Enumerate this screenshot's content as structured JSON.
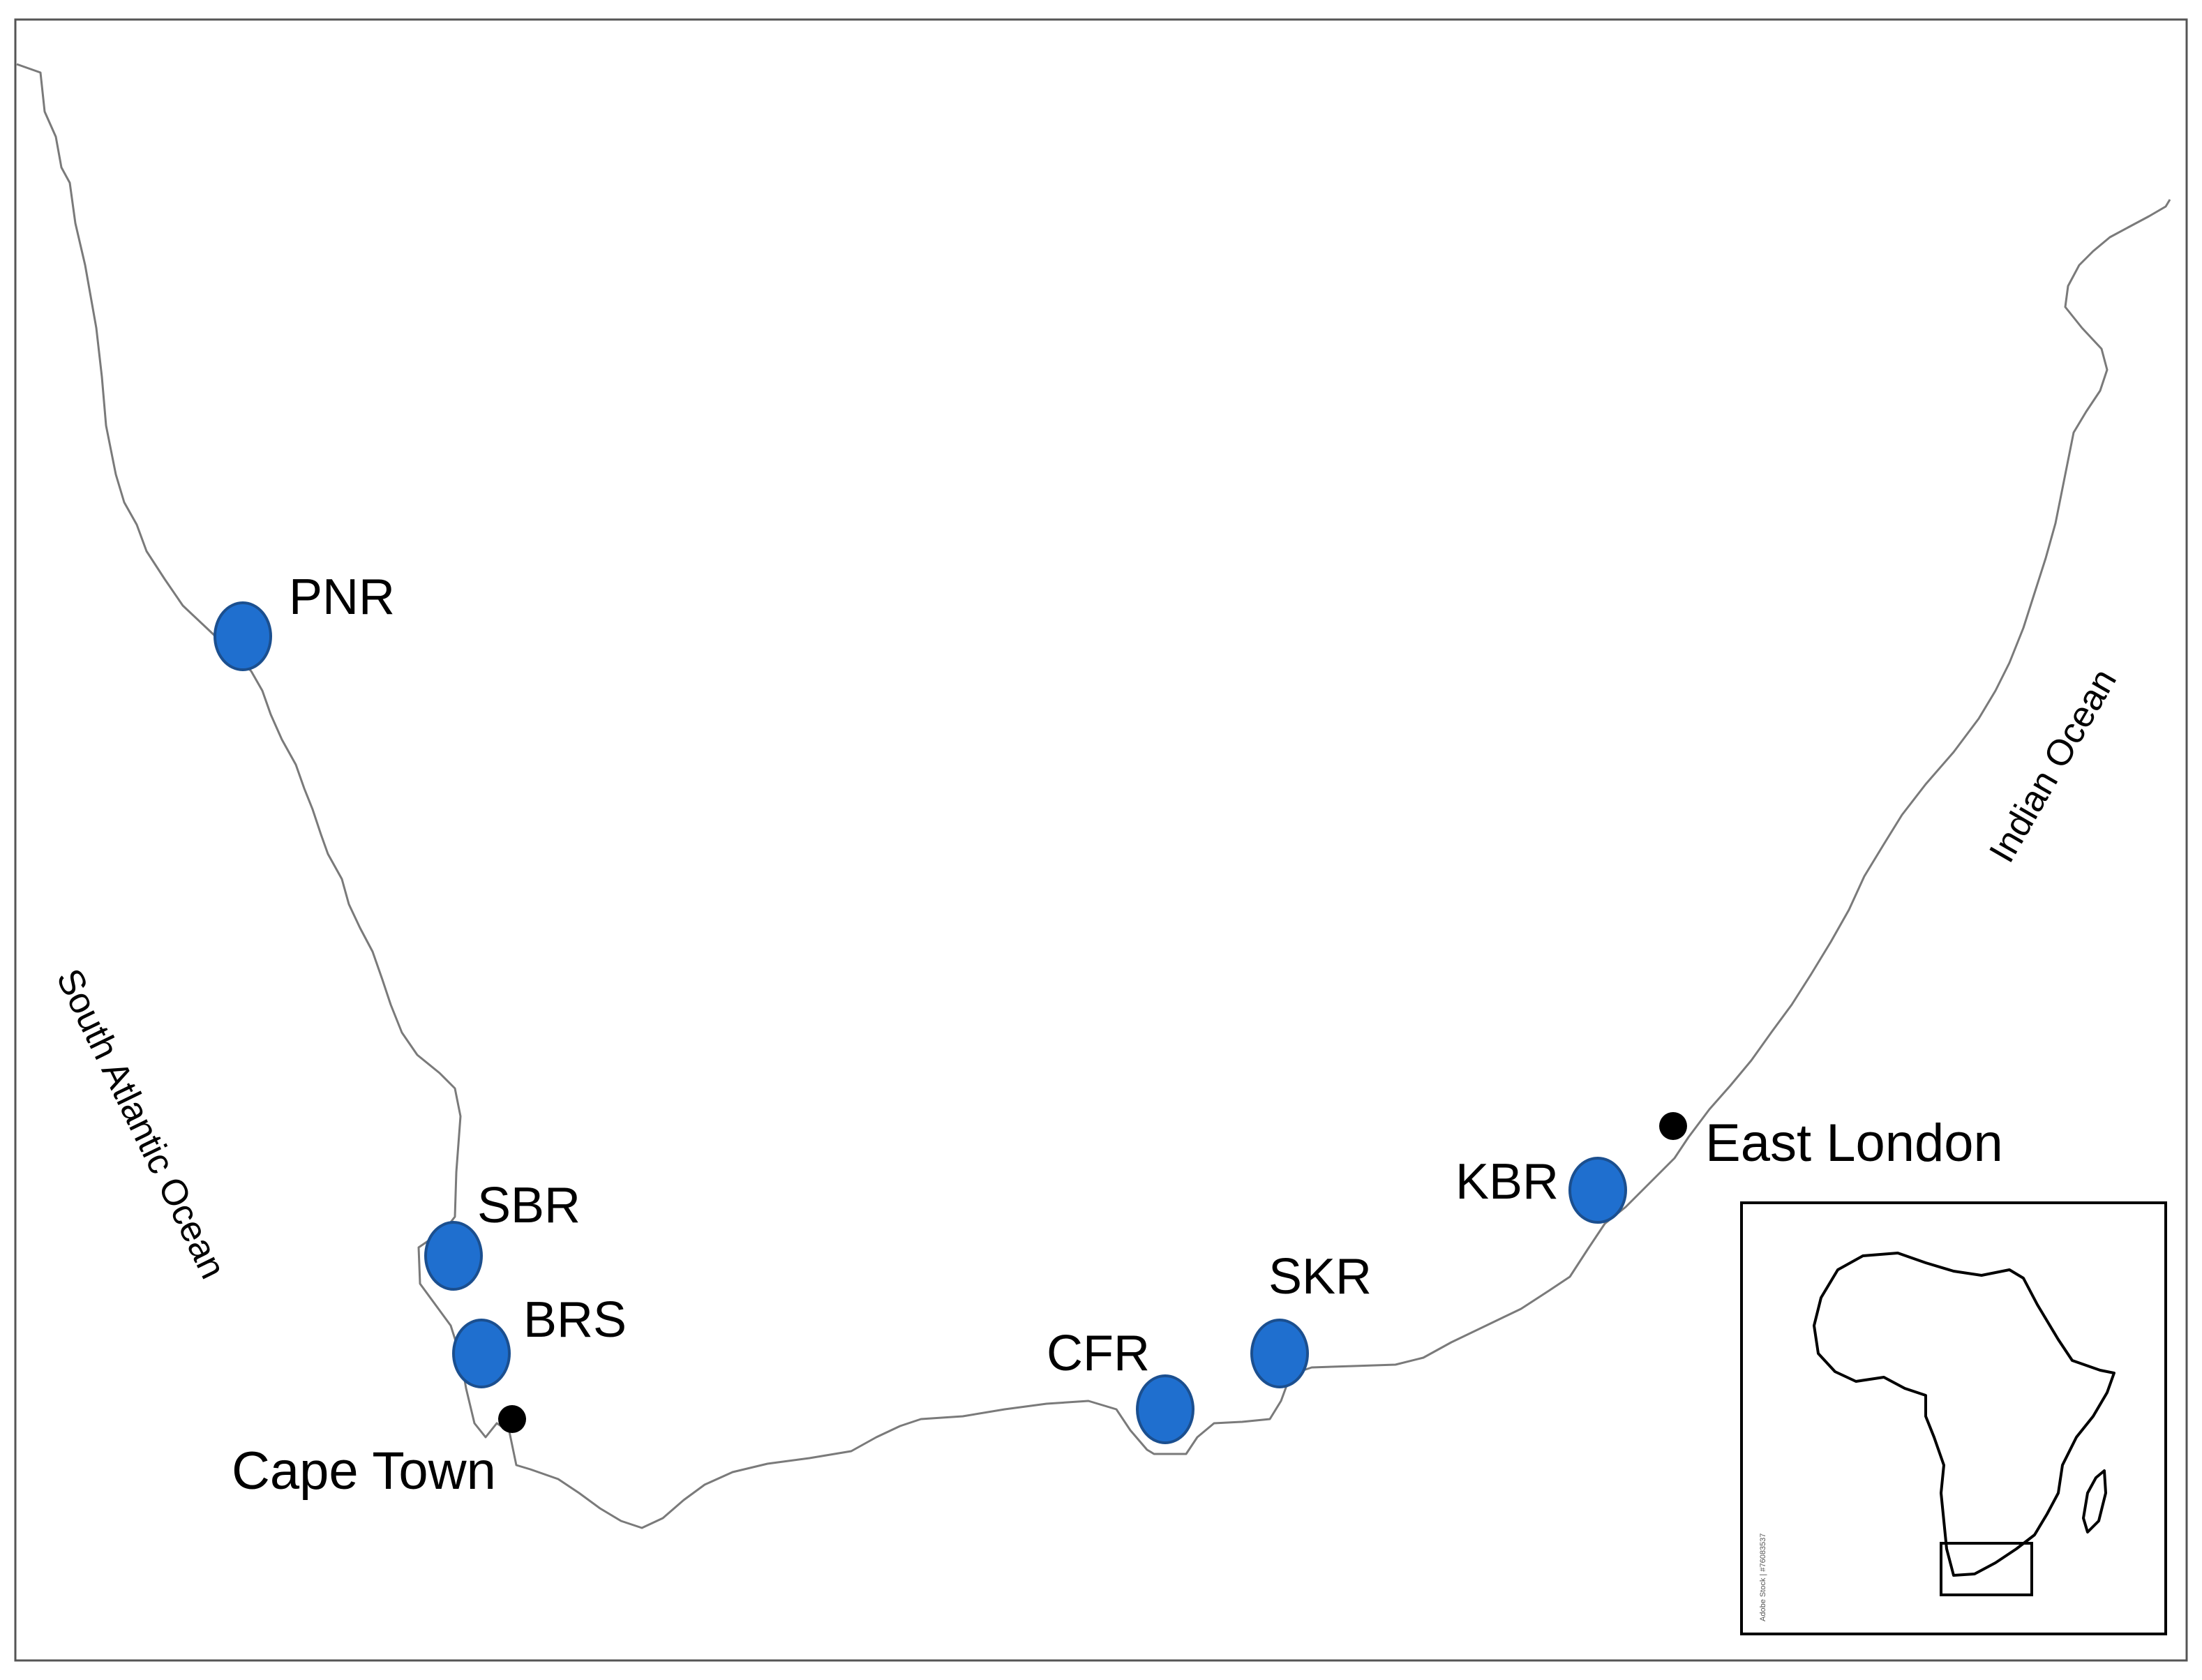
{
  "sites": [
    {
      "id": "pnr",
      "label": "PNR"
    },
    {
      "id": "sbr",
      "label": "SBR"
    },
    {
      "id": "brs",
      "label": "BRS"
    },
    {
      "id": "cfr",
      "label": "CFR"
    },
    {
      "id": "skr",
      "label": "SKR"
    },
    {
      "id": "kbr",
      "label": "KBR"
    }
  ],
  "cities": [
    {
      "id": "cape-town",
      "label": "Cape Town"
    },
    {
      "id": "east-london",
      "label": "East London"
    }
  ],
  "oceans": {
    "atlantic": "South Atlantic Ocean",
    "indian": "Indian Ocean"
  },
  "inset": {
    "credit": "Adobe Stock | #76083537"
  },
  "colors": {
    "site_fill": "#1f6fcf",
    "city_fill": "#000000",
    "coastline": "#7a7a7a"
  }
}
